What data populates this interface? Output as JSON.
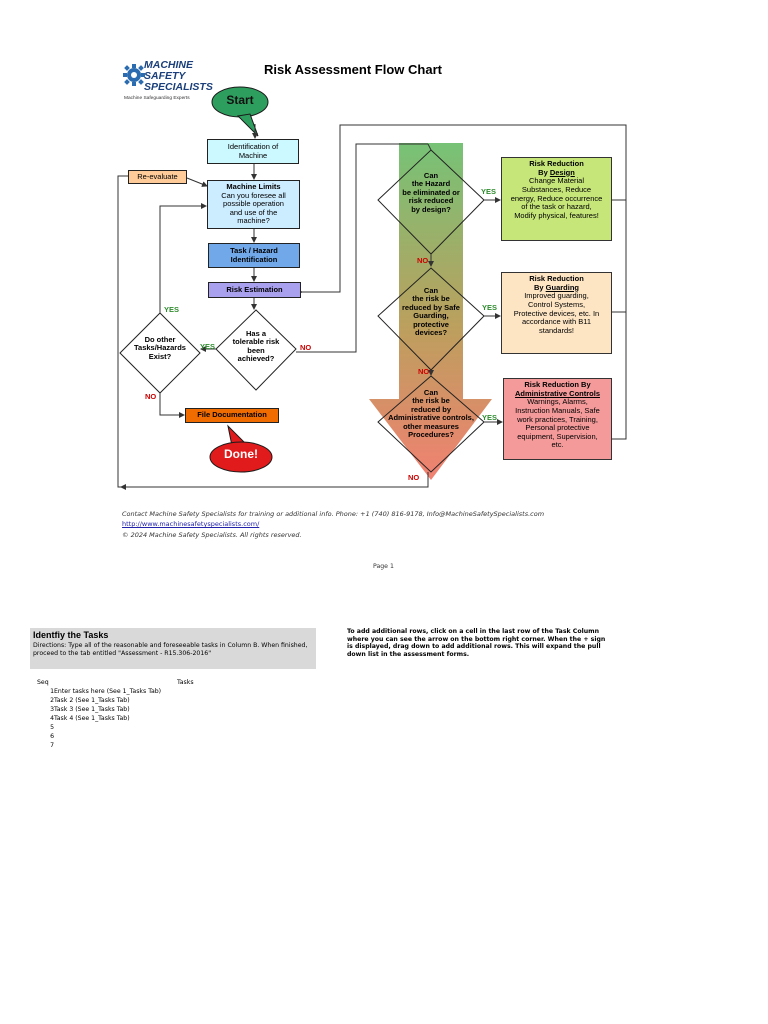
{
  "logo": {
    "line1": "MACHINE",
    "line2": "SAFETY",
    "line3": "SPECIALISTS",
    "tagline": "Machine Safeguarding Experts"
  },
  "title": "Risk Assessment Flow Chart",
  "flow": {
    "start": "Start",
    "identification": [
      "Identification of",
      "Machine"
    ],
    "reevaluate": "Re-evaluate",
    "machine_limits_title": "Machine Limits",
    "machine_limits_body": [
      "Can you foresee all",
      "possible operation",
      "and use of the",
      "machine?"
    ],
    "task_hazard": [
      "Task / Hazard",
      "Identification"
    ],
    "risk_estimation": "Risk Estimation",
    "tolerable": [
      "Has a",
      "tolerable risk",
      "been",
      "achieved?"
    ],
    "other_tasks": [
      "Do other",
      "Tasks/Hazards",
      "Exist?"
    ],
    "file_documentation": "File Documentation",
    "done": "Done!",
    "q_design": [
      "Can",
      "the Hazard",
      "be eliminated or",
      "risk reduced",
      "by design?"
    ],
    "q_guarding": [
      "Can",
      "the risk be",
      "reduced by Safe",
      "Guarding,",
      "protective",
      "devices?"
    ],
    "q_admin": [
      "Can",
      "the risk be",
      "reduced by",
      "Administrative controls,",
      "other measures",
      "Procedures?"
    ],
    "yes": "YES",
    "no": "NO"
  },
  "reductions": {
    "design": {
      "title": "Risk Reduction",
      "by": "By ",
      "method": "Design",
      "body": [
        "Change Material",
        "Substances, Reduce",
        "energy, Reduce occurrence",
        "of the task or hazard,",
        "Modify physical, features!"
      ]
    },
    "guarding": {
      "title": "Risk Reduction",
      "by": "By ",
      "method": "Guarding",
      "body": [
        "Improved guarding,",
        "Control  Systems,",
        "Protective devices, etc. In",
        "accordance with B11",
        "standards!"
      ]
    },
    "admin": {
      "title": "Risk Reduction By",
      "method": "Administrative Controls",
      "body": [
        "Warnings, Alarms,",
        "Instruction Manuals, Safe",
        "work practices, Training,",
        "Personal protective",
        "equipment, Supervision,",
        "etc."
      ]
    }
  },
  "footer": {
    "contact": "Contact Machine Safety Specialists for training or additional info.  Phone: +1 (740) 816-9178, Info@MachineSafetySpecialists.com",
    "url": "http://www.machinesafetyspecialists.com/",
    "copyright": "© 2024 Machine Safety Specialists.  All rights reserved."
  },
  "page": "Page 1",
  "tasks_panel": {
    "title": "Identfiy the Tasks",
    "directions": "Directions: Type all of the reasonable and foreseeable tasks in Column B. When finished, proceed to the tab entitled \"Assessment -  R15.306-2016\"",
    "note": "To add additional rows, click on a cell in the last row of the Task Column where you can see the arrow on the bottom right corner. When the + sign is displayed, drag down to add additional rows.  This will expand the pull down list in the assessment forms.",
    "col_seq": "Seq",
    "col_tasks": "Tasks",
    "rows": [
      {
        "seq": "1",
        "task": "Enter tasks here (See 1_Tasks Tab)"
      },
      {
        "seq": "2",
        "task": "Task 2 (See 1_Tasks Tab)"
      },
      {
        "seq": "3",
        "task": "Task 3 (See 1_Tasks Tab)"
      },
      {
        "seq": "4",
        "task": "Task 4 (See 1_Tasks Tab)"
      },
      {
        "seq": "5",
        "task": ""
      },
      {
        "seq": "6",
        "task": ""
      },
      {
        "seq": "7",
        "task": ""
      }
    ]
  }
}
